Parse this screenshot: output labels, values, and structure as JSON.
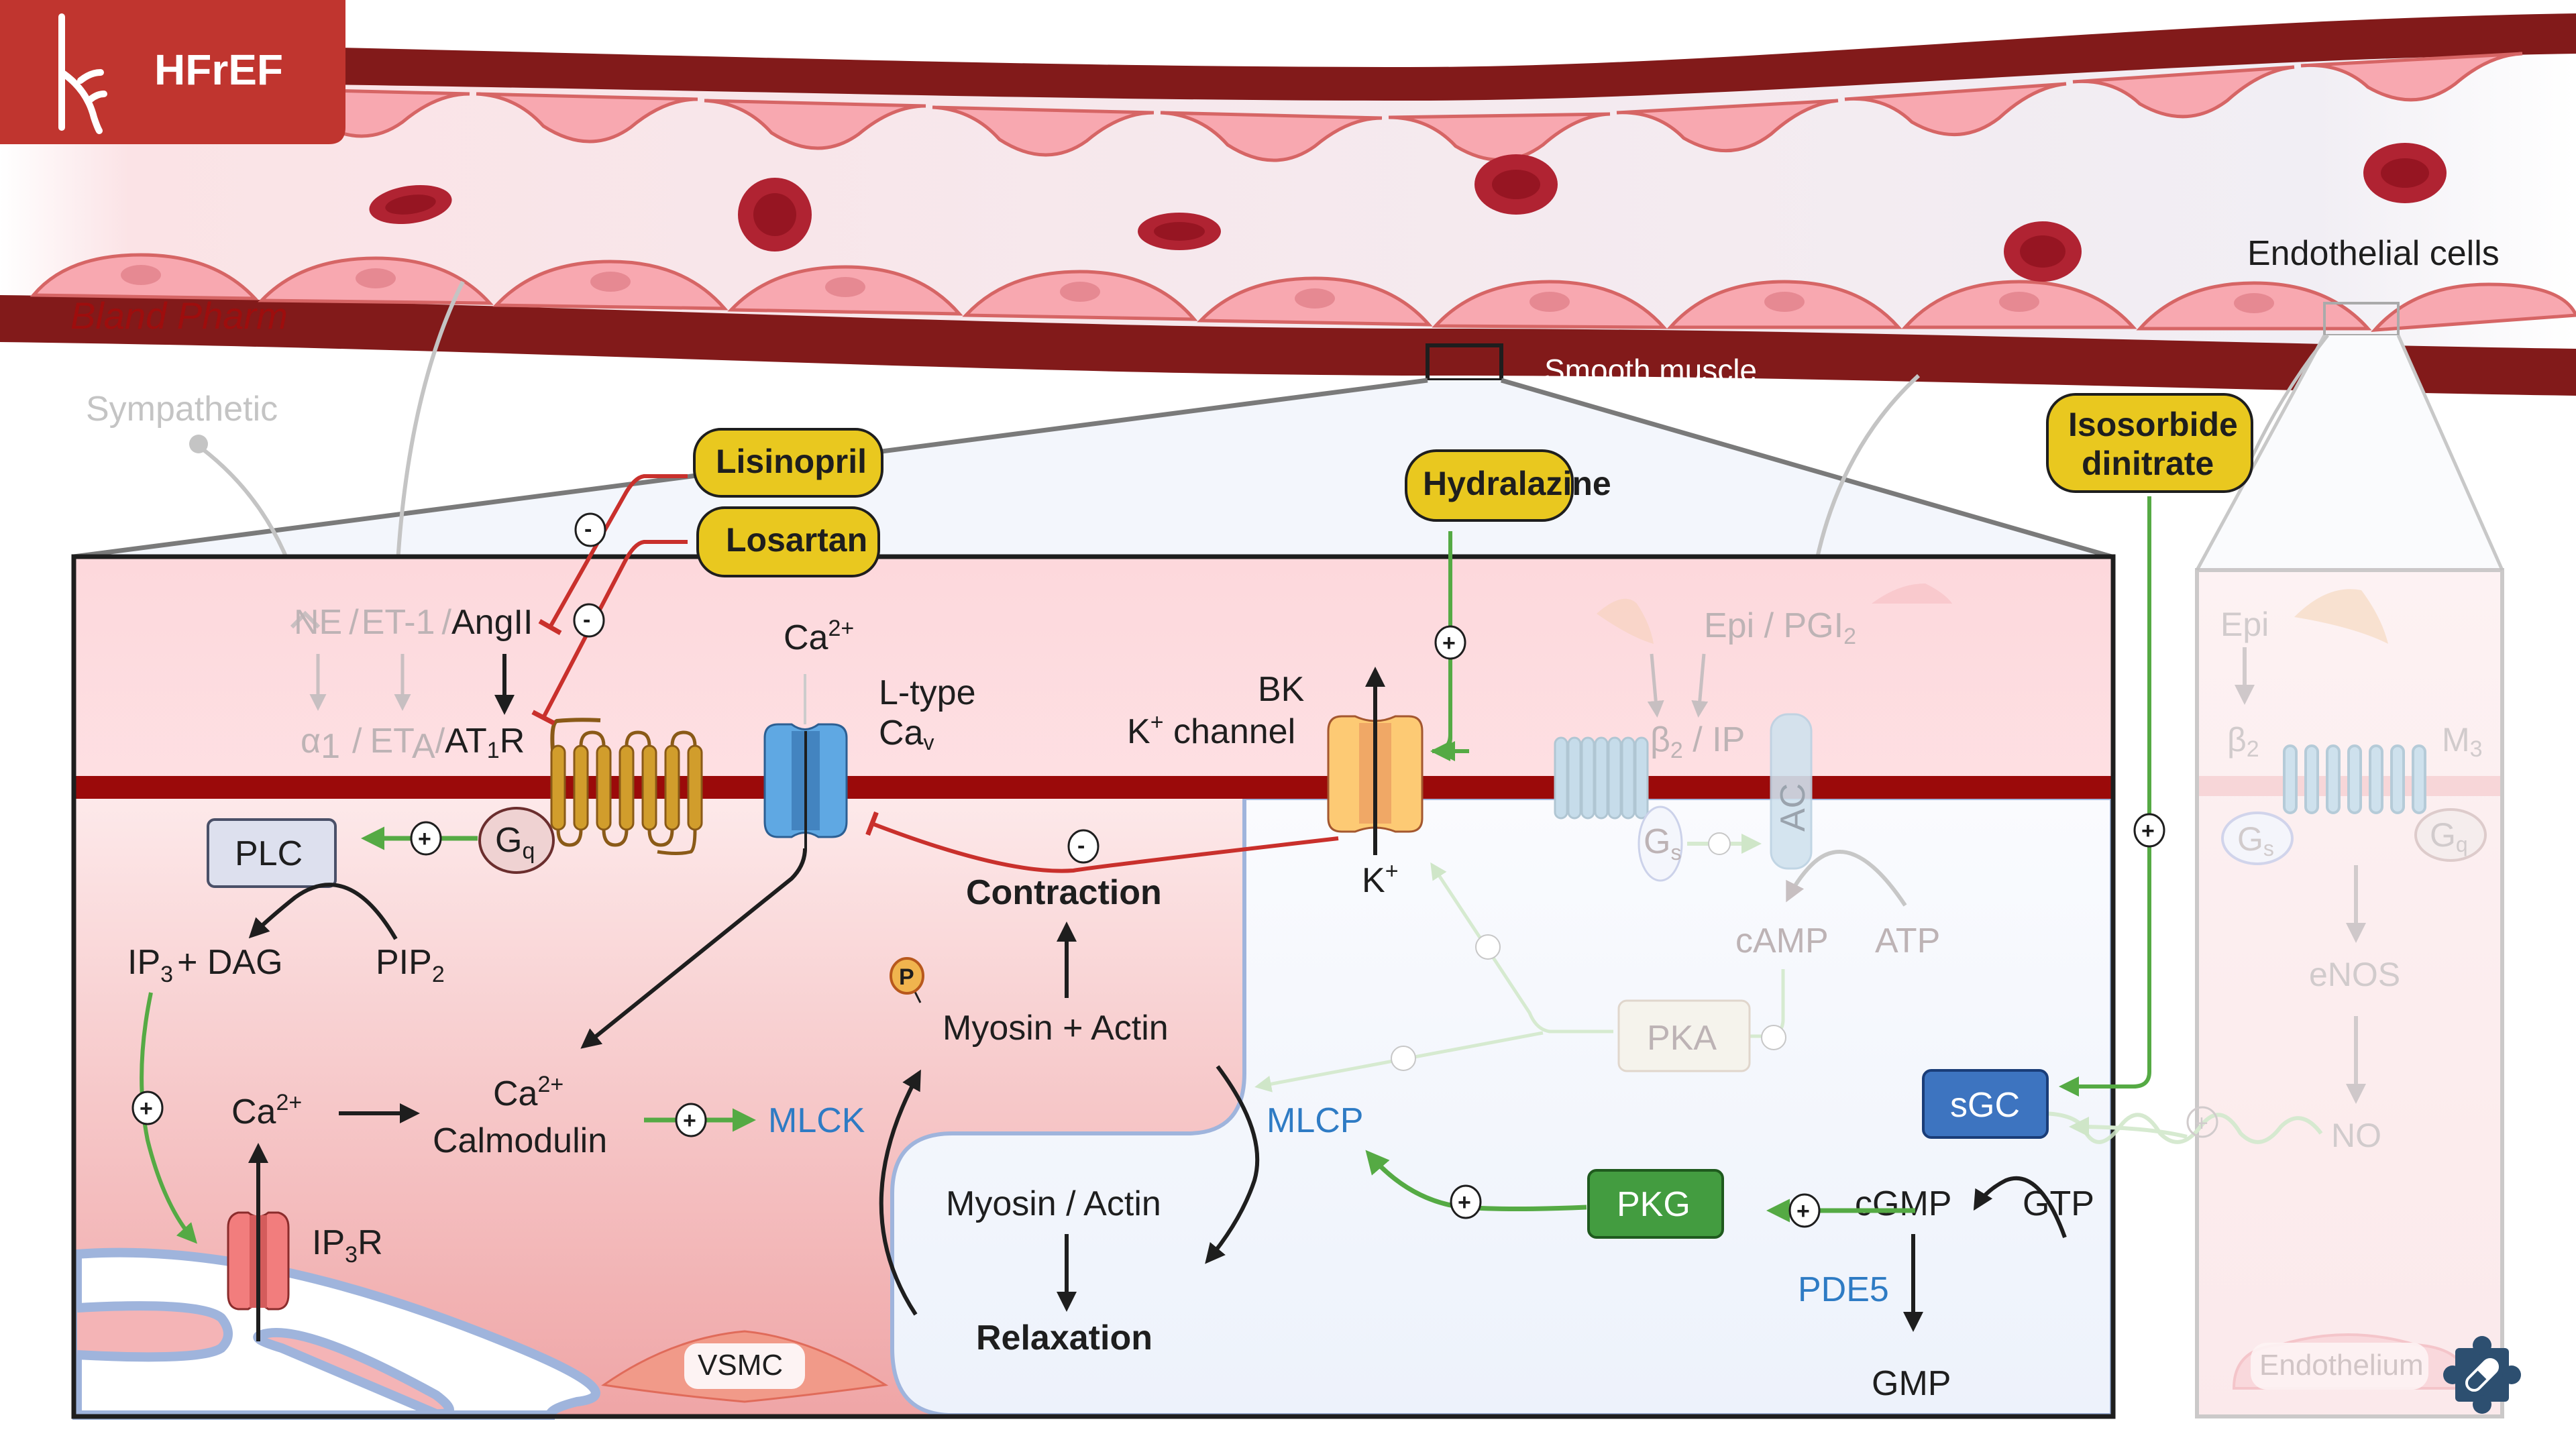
{
  "header": {
    "title": "HFrEF",
    "icon": "blood-vessel-icon"
  },
  "watermark": "Bland Pharm",
  "vessel": {
    "endothelial_label": "Endothelial cells",
    "smooth_muscle_label": "Smooth muscle"
  },
  "upstream": {
    "sympathetic": "Sympathetic"
  },
  "drugs": {
    "lisinopril": "Lisinopril",
    "losartan": "Losartan",
    "hydralazine": "Hydralazine",
    "isosorbide_line1": "Isosorbide",
    "isosorbide_line2": "dinitrate"
  },
  "colors": {
    "header_red": "#c0352f",
    "vessel_wall": "#821a1a",
    "membrane": "#9b0a0a",
    "drug_yellow": "#e9c81f",
    "activation_green": "#55aa44",
    "inhibition_red": "#c9302c",
    "enzyme_blue": "#2e7bc4",
    "sgc_blue": "#3d74c0",
    "pkg_green": "#439c40"
  },
  "vsmc": {
    "ligands": {
      "ne": "NE",
      "et1": "ET-1",
      "ang2": "AngII",
      "sep": "/"
    },
    "receptors": {
      "alpha1": "α",
      "alpha1_sub": "1",
      "eta": "ET",
      "eta_sub": "A",
      "at1r_a": "AT",
      "at1r_sub": "1",
      "at1r_b": "R"
    },
    "gq": "G",
    "gq_sub": "q",
    "ca_ext": "Ca",
    "ca_ext_sup": "2+",
    "ltype_line1": "L-type",
    "ltype_line2": "Ca",
    "ltype_sub": "v",
    "bk_line1": "BK",
    "bk_line2a": "K",
    "bk_line2_sup": "+",
    "bk_line2b": " channel",
    "k_out": "K",
    "k_out_sup": "+",
    "plc": "PLC",
    "ip3_dag_a": "IP",
    "ip3_sub": "3",
    "ip3_dag_b": "+ DAG",
    "pip2": "PIP",
    "pip2_sub": "2",
    "ca_int": "Ca",
    "ca_int_sup": "2+",
    "ca_cam_line1": "Ca",
    "ca_cam_sup": "2+",
    "ca_cam_line2": "Calmodulin",
    "mlck": "MLCK",
    "ip3r": "IP",
    "ip3r_sub": "3",
    "ip3r_b": "R",
    "contraction": "Contraction",
    "myosin_actin_p": "Myosin + Actin",
    "phospho": "P",
    "myosin_actin": "Myosin / Actin",
    "relaxation": "Relaxation",
    "mlcp": "MLCP",
    "epi_pgi2": "Epi / PGI",
    "pgi2_sub": "2",
    "b2_ip": "β",
    "b2_sub": "2",
    "b2_ip_b": " / IP",
    "gs": "G",
    "gs_sub": "s",
    "ac": "AC",
    "camp": "cAMP",
    "atp": "ATP",
    "pka": "PKA",
    "sgc": "sGC",
    "pkg": "PKG",
    "cgmp": "cGMP",
    "gtp": "GTP",
    "pde5": "PDE5",
    "gmp": "GMP",
    "cell_label": "VSMC",
    "plus": "+",
    "minus": "-"
  },
  "endothelium": {
    "epi": "Epi",
    "b2": "β",
    "b2_sub": "2",
    "m3": "M",
    "m3_sub": "3",
    "gs": "G",
    "gs_sub": "s",
    "gq": "G",
    "gq_sub": "q",
    "enos": "eNOS",
    "no": "NO",
    "cell_label": "Endothelium"
  },
  "badge": {
    "icon": "puzzle-pill-icon"
  }
}
